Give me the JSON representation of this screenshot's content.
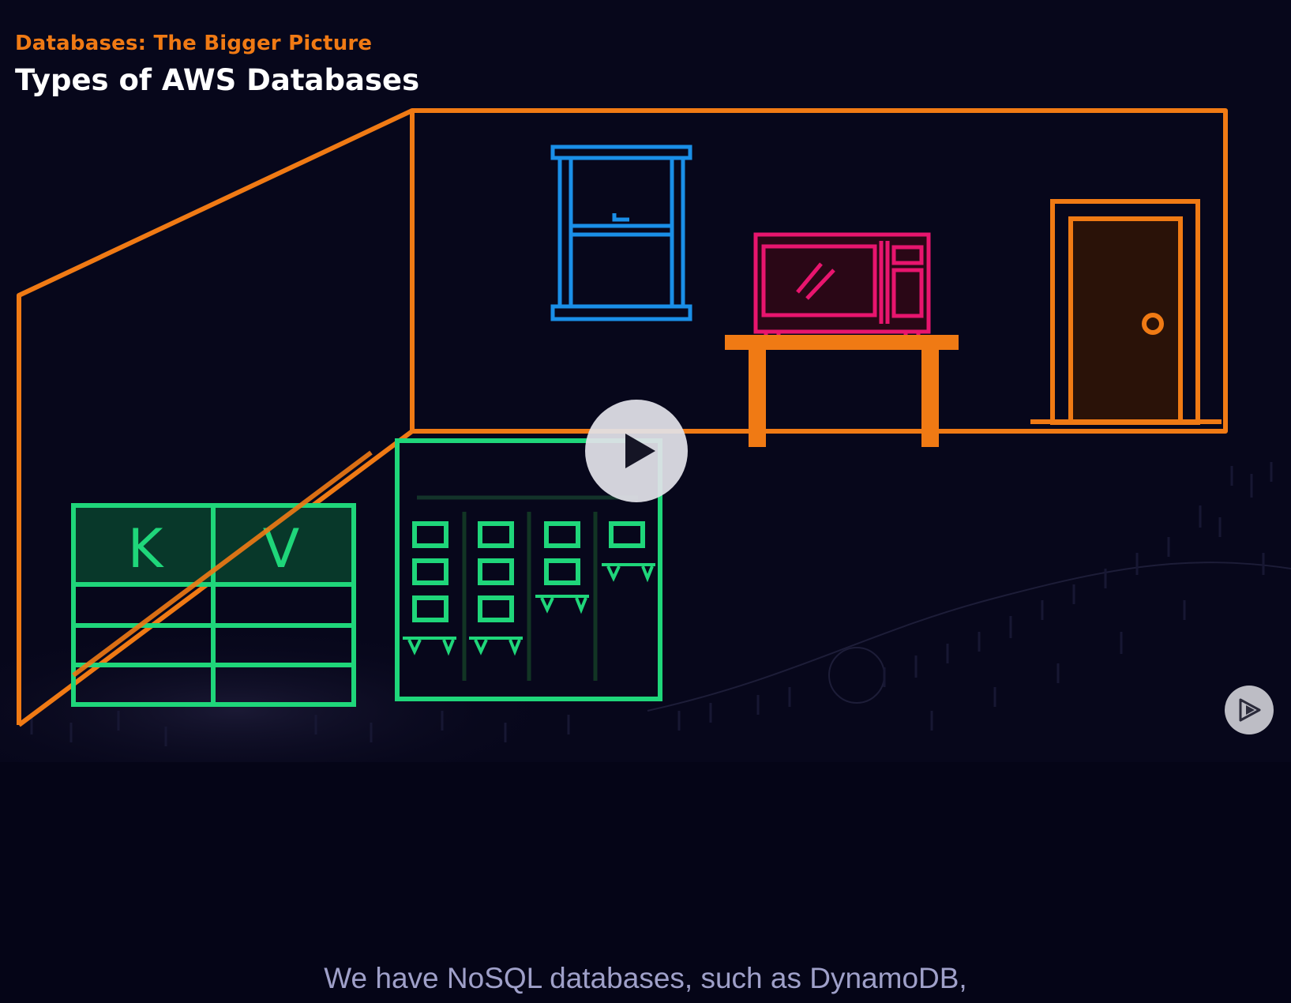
{
  "header": {
    "course_subtitle": "Databases: The Bigger Picture",
    "clip_title": "Types of AWS Databases"
  },
  "player": {
    "play_icon": "play-icon",
    "next_icon": "next-clip-icon"
  },
  "caption": {
    "text": "We have NoSQL databases, such as DynamoDB,"
  },
  "illustration": {
    "key_value_table": {
      "headers": [
        "K",
        "V"
      ]
    }
  },
  "colors": {
    "accent_orange": "#f07a14",
    "window_blue": "#1a8fe8",
    "microwave_pink": "#e8156e",
    "nosql_green": "#1fd67a",
    "background": "#07071b"
  }
}
